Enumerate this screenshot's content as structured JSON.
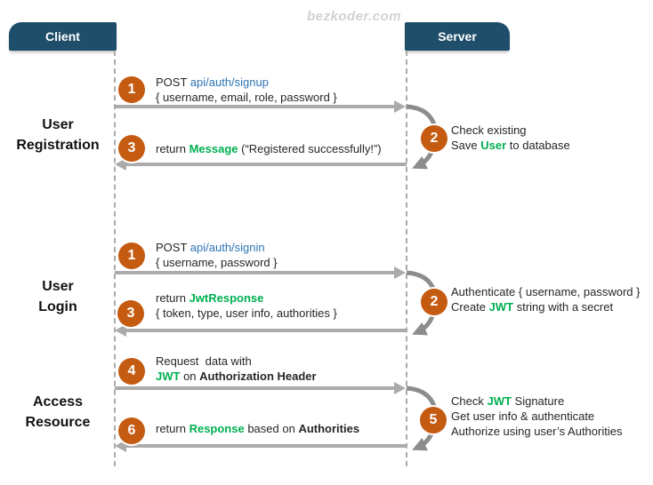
{
  "watermark": "bezkoder.com",
  "colors": {
    "header_bg": "#1F4E6B",
    "step_circle": "#C55A11",
    "green": "#00B050",
    "link_blue": "#2E75B6",
    "arrow_gray": "#ABABAB",
    "curve_gray": "#8C8C8C",
    "text_dark": "#262626"
  },
  "actors": {
    "client": "Client",
    "server": "Server"
  },
  "sections": [
    {
      "label_lines": [
        "User",
        "Registration"
      ],
      "request_step": {
        "num": "1",
        "lines": [
          [
            {
              "t": "POST ",
              "s": "d"
            },
            {
              "t": "api/auth/signup",
              "s": "l"
            }
          ],
          [
            {
              "t": "{ username, email, role, password }",
              "s": "d"
            }
          ]
        ]
      },
      "server_step": {
        "num": "2",
        "lines": [
          [
            {
              "t": "Check existing",
              "s": "d"
            }
          ],
          [
            {
              "t": "Save ",
              "s": "d"
            },
            {
              "t": "User",
              "s": "g"
            },
            {
              "t": " to database",
              "s": "d"
            }
          ]
        ]
      },
      "response_step": {
        "num": "3",
        "lines": [
          [
            {
              "t": "return ",
              "s": "d"
            },
            {
              "t": "Message",
              "s": "g"
            },
            {
              "t": " (“Registered successfully!”)",
              "s": "d"
            }
          ]
        ]
      }
    },
    {
      "label_lines": [
        "User",
        "Login"
      ],
      "request_step": {
        "num": "1",
        "lines": [
          [
            {
              "t": "POST ",
              "s": "d"
            },
            {
              "t": "api/auth/signin",
              "s": "l"
            }
          ],
          [
            {
              "t": "{ username, password }",
              "s": "d"
            }
          ]
        ]
      },
      "server_step": {
        "num": "2",
        "lines": [
          [
            {
              "t": "Authenticate { username, password }",
              "s": "d"
            }
          ],
          [
            {
              "t": "Create ",
              "s": "d"
            },
            {
              "t": "JWT",
              "s": "g"
            },
            {
              "t": " string with a secret",
              "s": "d"
            }
          ]
        ]
      },
      "response_step": {
        "num": "3",
        "lines": [
          [
            {
              "t": "return ",
              "s": "d"
            },
            {
              "t": "JwtResponse",
              "s": "g"
            }
          ],
          [
            {
              "t": "{ token, type, user info, authorities }",
              "s": "d"
            }
          ]
        ]
      }
    },
    {
      "label_lines": [
        "Access",
        "Resource"
      ],
      "request_step": {
        "num": "4",
        "lines": [
          [
            {
              "t": "Request  data with",
              "s": "d"
            }
          ],
          [
            {
              "t": "JWT",
              "s": "g"
            },
            {
              "t": " on ",
              "s": "d"
            },
            {
              "t": "Authorization Header",
              "s": "b"
            }
          ]
        ]
      },
      "server_step": {
        "num": "5",
        "lines": [
          [
            {
              "t": "Check ",
              "s": "d"
            },
            {
              "t": "JWT",
              "s": "g"
            },
            {
              "t": " Signature",
              "s": "d"
            }
          ],
          [
            {
              "t": "Get user info & authenticate",
              "s": "d"
            }
          ],
          [
            {
              "t": "Authorize using user’s Authorities",
              "s": "d"
            }
          ]
        ]
      },
      "response_step": {
        "num": "6",
        "lines": [
          [
            {
              "t": "return ",
              "s": "d"
            },
            {
              "t": "Response",
              "s": "g"
            },
            {
              "t": " based on ",
              "s": "d"
            },
            {
              "t": "Authorities",
              "s": "b"
            }
          ]
        ]
      }
    }
  ]
}
